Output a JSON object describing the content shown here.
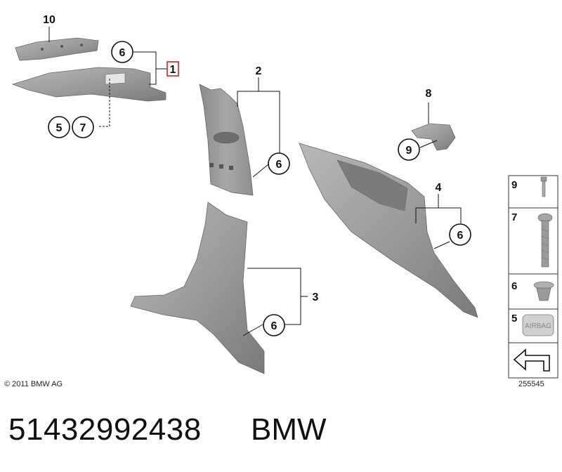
{
  "callouts": {
    "c10": "10",
    "c6a": "6",
    "c1": "1",
    "c5": "5",
    "c7": "7",
    "c2": "2",
    "c6b": "6",
    "c8": "8",
    "c9": "9",
    "c4": "4",
    "c6c": "6",
    "c3": "3",
    "c6d": "6"
  },
  "legend": {
    "items": [
      "9",
      "7",
      "6",
      "5"
    ],
    "badge_text": "AIRBAG"
  },
  "footer": {
    "copyright": "© 2011 BMW AG",
    "drawing_number": "255545",
    "part_number": "51432992438",
    "brand": "BMW"
  },
  "colors": {
    "part_fill": "#9a9a9a",
    "part_shade": "#7f7f7f",
    "part_light": "#bdbdbd",
    "highlight_box": "#cc2222",
    "line": "#111111"
  }
}
